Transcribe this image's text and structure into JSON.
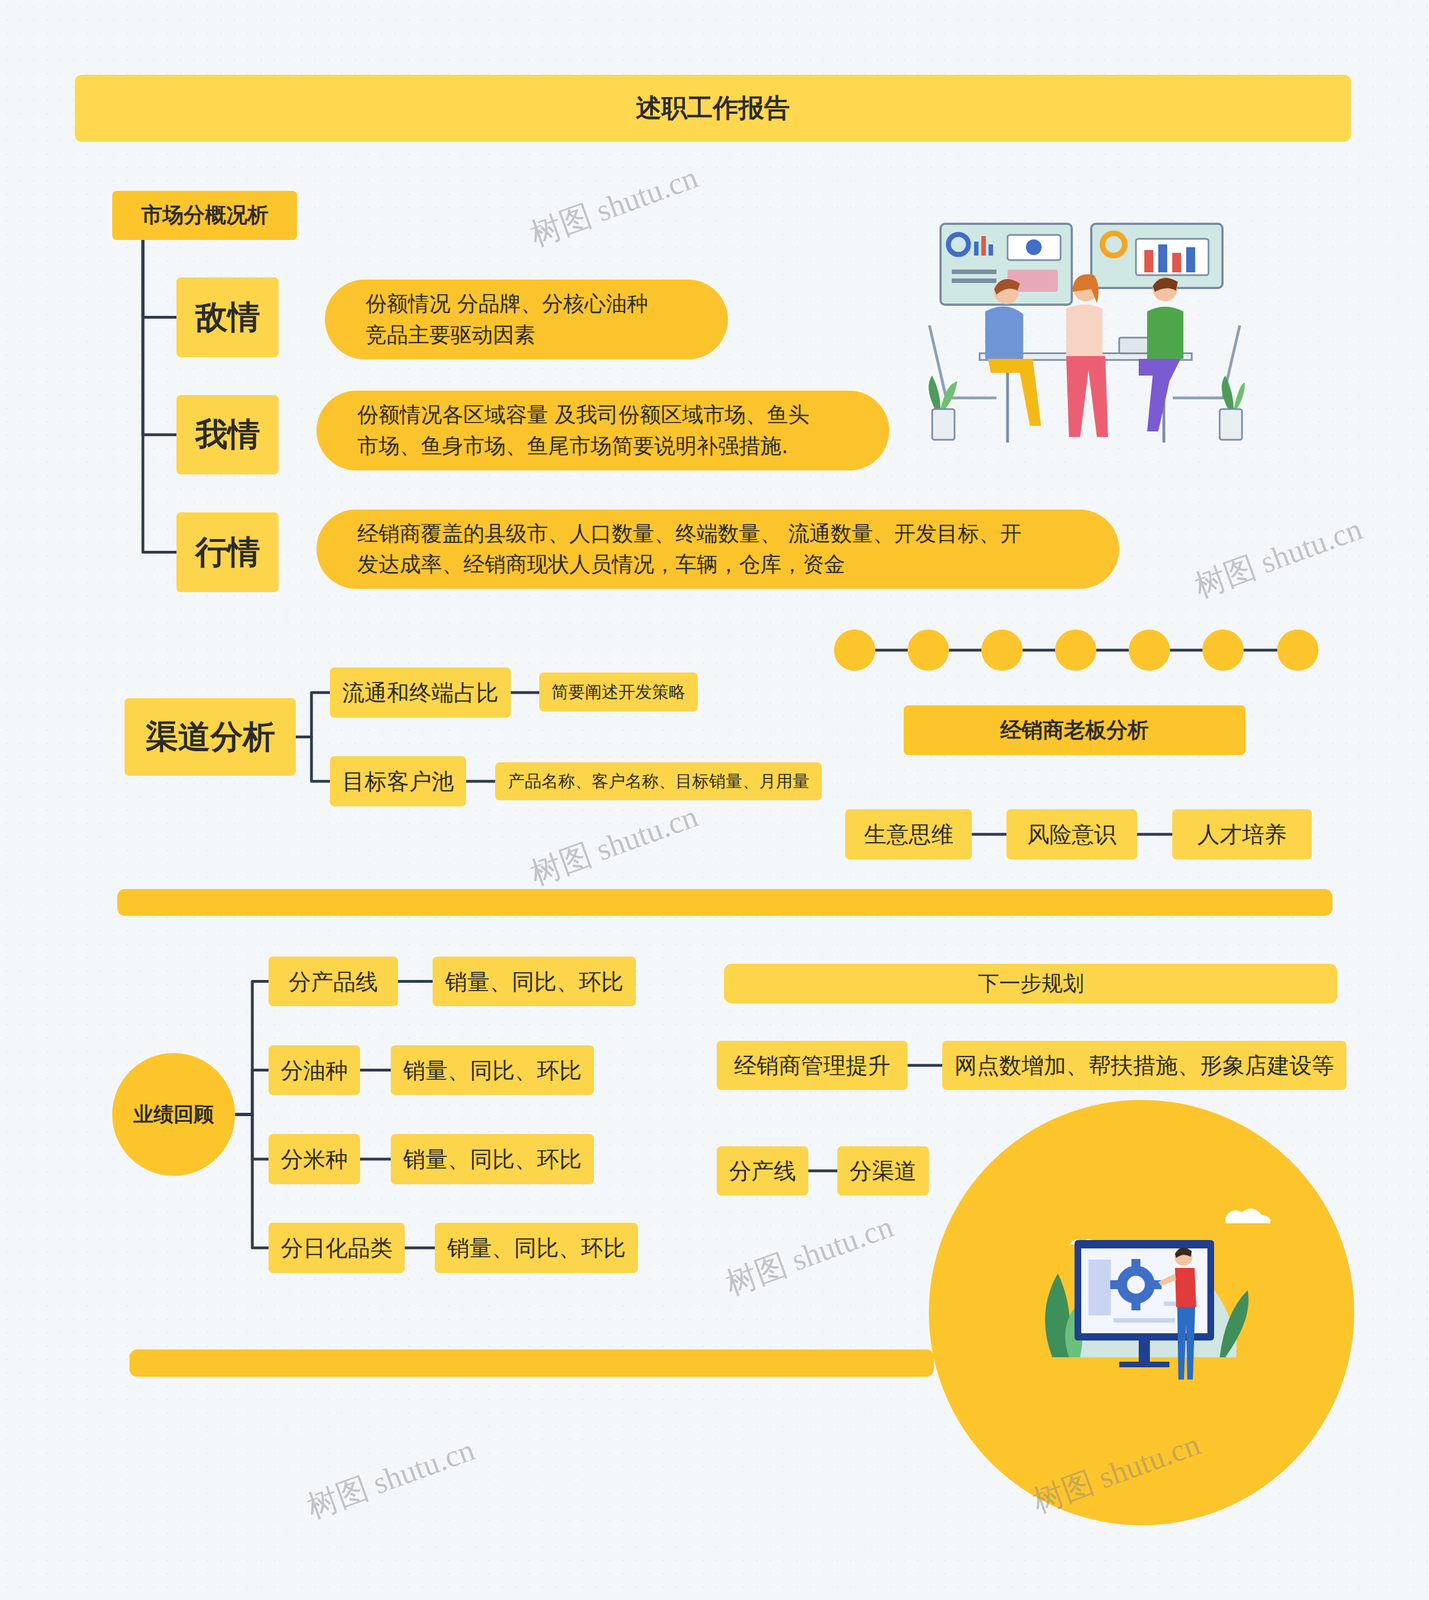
{
  "diagram": {
    "title": "述职工作报告",
    "nodes": [
      {
        "text": [
          "市场分概况析"
        ]
      },
      {
        "text": [
          "敌情"
        ]
      },
      {
        "text": [
          "份额情况 分品牌、分核心油种 竞品主要驱动因素"
        ]
      },
      {
        "text": [
          "我情"
        ]
      },
      {
        "text": [
          "份额情况各区域容量 及我司份额区域市场、鱼头市场、鱼身市场、鱼尾市场简要说明补强措施."
        ]
      },
      {
        "text": [
          "行情"
        ]
      },
      {
        "text": [
          "经销商覆盖的县级市、人口数量、终端数量、 流通数量、开发目标、开发达成率、经销商现状人员情况，车辆，仓库，资金"
        ]
      },
      {
        "text": [
          "渠道分析"
        ]
      },
      {
        "text": [
          "流通和终端占比"
        ]
      },
      {
        "text": [
          "简要阐述开发策略"
        ]
      },
      {
        "text": [
          "目标客户池"
        ]
      },
      {
        "text": [
          "产品名称、客户名称、目标销量、月用量"
        ]
      },
      {
        "text": [
          "经销商老板分析"
        ]
      },
      {
        "text": [
          "生意思维"
        ]
      },
      {
        "text": [
          "风险意识"
        ]
      },
      {
        "text": [
          "人才培养"
        ]
      },
      {
        "text": [
          "业绩回顾"
        ]
      },
      {
        "text": [
          "分产品线"
        ]
      },
      {
        "text": [
          "销量、同比、环比"
        ]
      },
      {
        "text": [
          "分油种"
        ]
      },
      {
        "text": [
          "销量、同比、环比"
        ]
      },
      {
        "text": [
          "分米种"
        ]
      },
      {
        "text": [
          "销量、同比、环比"
        ]
      },
      {
        "text": [
          "分日化品类"
        ]
      },
      {
        "text": [
          "销量、同比、环比"
        ]
      },
      {
        "text": [
          "下一步规划"
        ]
      },
      {
        "text": [
          "经销商管理提升"
        ]
      },
      {
        "text": [
          "网点数增加、帮扶措施、形象店建设等"
        ]
      },
      {
        "text": [
          "分产线"
        ]
      },
      {
        "text": [
          "分渠道"
        ]
      }
    ],
    "edges": [
      {
        "from": 0,
        "to": 1,
        "arrow": "none"
      },
      {
        "from": 0,
        "to": 3,
        "arrow": "none"
      },
      {
        "from": 0,
        "to": 5,
        "arrow": "none"
      },
      {
        "from": 7,
        "to": 8,
        "arrow": "none"
      },
      {
        "from": 7,
        "to": 10,
        "arrow": "none"
      },
      {
        "from": 8,
        "to": 9,
        "arrow": "none"
      },
      {
        "from": 10,
        "to": 11,
        "arrow": "none"
      },
      {
        "from": 13,
        "to": 14,
        "arrow": "none"
      },
      {
        "from": 14,
        "to": 15,
        "arrow": "none"
      },
      {
        "from": 16,
        "to": 17,
        "arrow": "none"
      },
      {
        "from": 16,
        "to": 19,
        "arrow": "none"
      },
      {
        "from": 16,
        "to": 21,
        "arrow": "none"
      },
      {
        "from": 16,
        "to": 23,
        "arrow": "none"
      },
      {
        "from": 17,
        "to": 18,
        "arrow": "none"
      },
      {
        "from": 19,
        "to": 20,
        "arrow": "none"
      },
      {
        "from": 21,
        "to": 22,
        "arrow": "none"
      },
      {
        "from": 23,
        "to": 24,
        "arrow": "none"
      },
      {
        "from": 26,
        "to": 27,
        "arrow": "none"
      },
      {
        "from": 28,
        "to": 29,
        "arrow": "none"
      }
    ],
    "labels": [
      "树图 shutu.cn",
      "树图 shutu.cn",
      "树图 shutu.cn",
      "树图 shutu.cn",
      "树图 shutu.cn",
      "树图 shutu.cn"
    ]
  }
}
